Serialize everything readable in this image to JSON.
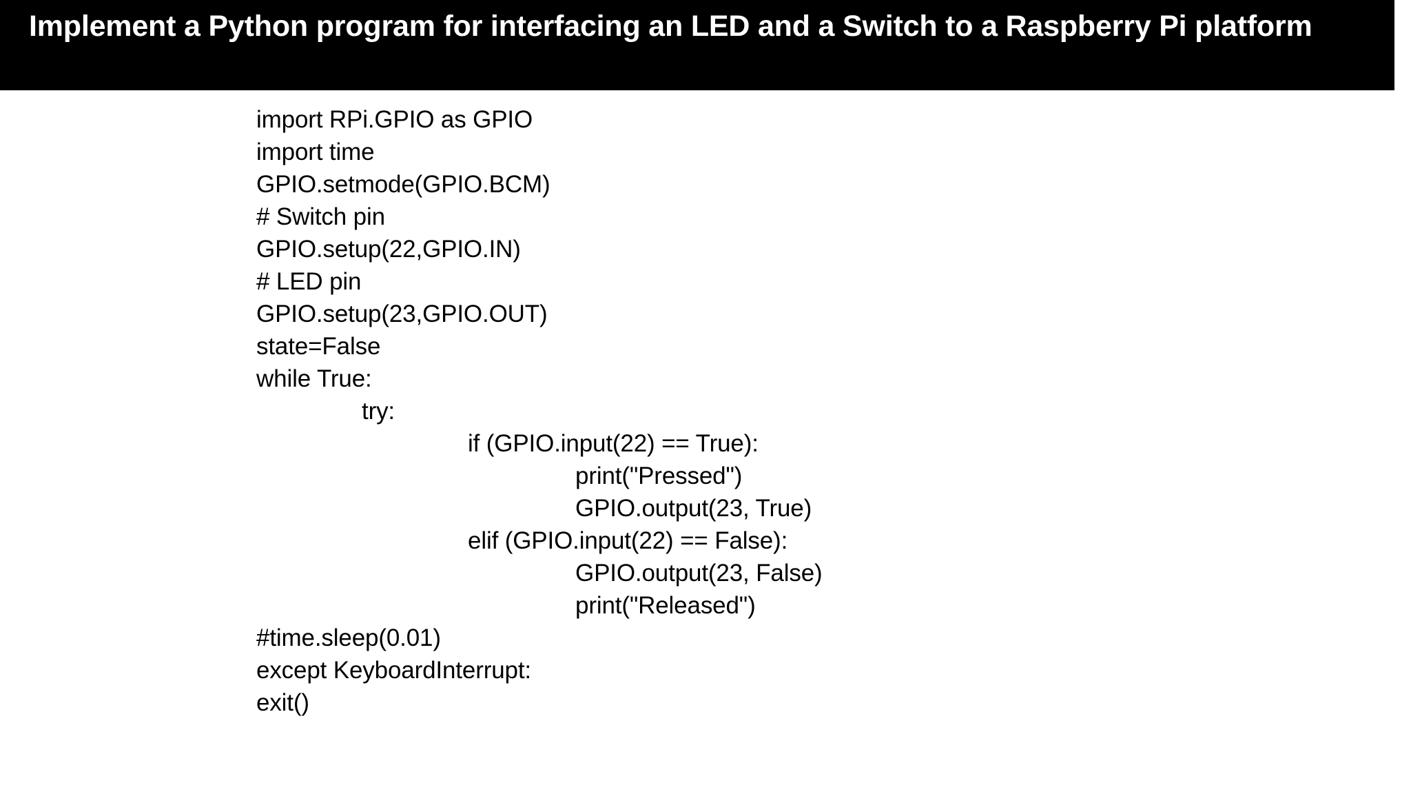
{
  "slide": {
    "title": "Implement a Python program for interfacing an LED and a Switch to a Raspberry Pi platform",
    "title_background_color": "#000000",
    "title_text_color": "#ffffff",
    "body_background_color": "#ffffff",
    "body_text_color": "#000000"
  },
  "code": {
    "language": "python",
    "lines": [
      {
        "indent": 0,
        "text": "import RPi.GPIO as GPIO"
      },
      {
        "indent": 0,
        "text": "import time"
      },
      {
        "indent": 0,
        "text": "GPIO.setmode(GPIO.BCM)"
      },
      {
        "indent": 0,
        "text": "# Switch pin"
      },
      {
        "indent": 0,
        "text": "GPIO.setup(22,GPIO.IN)"
      },
      {
        "indent": 0,
        "text": "# LED pin"
      },
      {
        "indent": 0,
        "text": "GPIO.setup(23,GPIO.OUT)"
      },
      {
        "indent": 0,
        "text": "state=False"
      },
      {
        "indent": 0,
        "text": "while True:"
      },
      {
        "indent": 1,
        "text": "try:"
      },
      {
        "indent": 2,
        "text": "if (GPIO.input(22) == True):"
      },
      {
        "indent": 3,
        "text": "print(\"Pressed\")"
      },
      {
        "indent": 3,
        "text": "GPIO.output(23, True)"
      },
      {
        "indent": 2,
        "text": "elif (GPIO.input(22) == False):"
      },
      {
        "indent": 3,
        "text": "GPIO.output(23, False)"
      },
      {
        "indent": 3,
        "text": "print(\"Released\")"
      },
      {
        "indent": 0,
        "text": "#time.sleep(0.01)"
      },
      {
        "indent": 0,
        "text": "except KeyboardInterrupt:"
      },
      {
        "indent": 0,
        "text": "exit()"
      }
    ]
  }
}
